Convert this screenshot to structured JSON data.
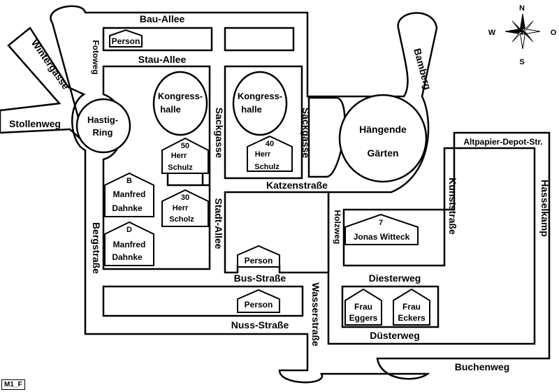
{
  "code": "M1_F",
  "compass": {
    "north": "N",
    "east": "O",
    "south": "S",
    "west": "W"
  },
  "streets": {
    "bau_allee": "Bau-Allee",
    "stau_allee": "Stau-Allee",
    "fotoweg": "Fotoweg",
    "wintergasse": "Wintergasse",
    "stollenweg": "Stollenweg",
    "bergstrasse": "Bergstraße",
    "sackgasse_1": "Sackgasse",
    "sackgasse_2": "Sackgasse",
    "stadt_allee": "Stadt-Allee",
    "katzenstrasse": "Katzenstraße",
    "bamberg": "Bamberg",
    "holzweg": "Holzweg",
    "kunststrasse": "Kunststraße",
    "altpapier": "Altpapier-Depot-Str.",
    "hasselkamp": "Hasselkamp",
    "diesterweg": "Diesterweg",
    "duesterweg": "Düsterweg",
    "buchenweg": "Buchenweg",
    "bus_strasse": "Bus-Straße",
    "nuss_strasse": "Nuss-Straße",
    "wasserstrasse": "Wasserstraße"
  },
  "places": {
    "hastig_ring": [
      "Hastig-",
      "Ring"
    ],
    "kongresshalle_1": [
      "Kongress-",
      "halle"
    ],
    "kongresshalle_2": [
      "Kongress-",
      "halle"
    ],
    "haengende_gaerten": [
      "Hängende",
      "Gärten"
    ]
  },
  "houses": {
    "person_bau": {
      "name": "Person"
    },
    "schulz": {
      "number": "50",
      "line1": "Herr",
      "line2": "Schulz"
    },
    "scholz": {
      "number": "30",
      "line1": "Herr",
      "line2": "Scholz"
    },
    "herr_40": {
      "number": "40",
      "line1": "Herr",
      "line2": "Schulz"
    },
    "dahnke_b": {
      "letter": "B",
      "line1": "Manfred",
      "line2": "Dahnke"
    },
    "dahnke_d": {
      "letter": "D",
      "line1": "Manfred",
      "line2": "Dahnke"
    },
    "witteck": {
      "number": "7",
      "name": "Jonas Witteck"
    },
    "person_bus": {
      "name": "Person"
    },
    "person_nuss": {
      "name": "Person"
    },
    "eggers": {
      "line1": "Frau",
      "line2": "Eggers"
    },
    "eckers": {
      "line1": "Frau",
      "line2": "Eckers"
    }
  }
}
